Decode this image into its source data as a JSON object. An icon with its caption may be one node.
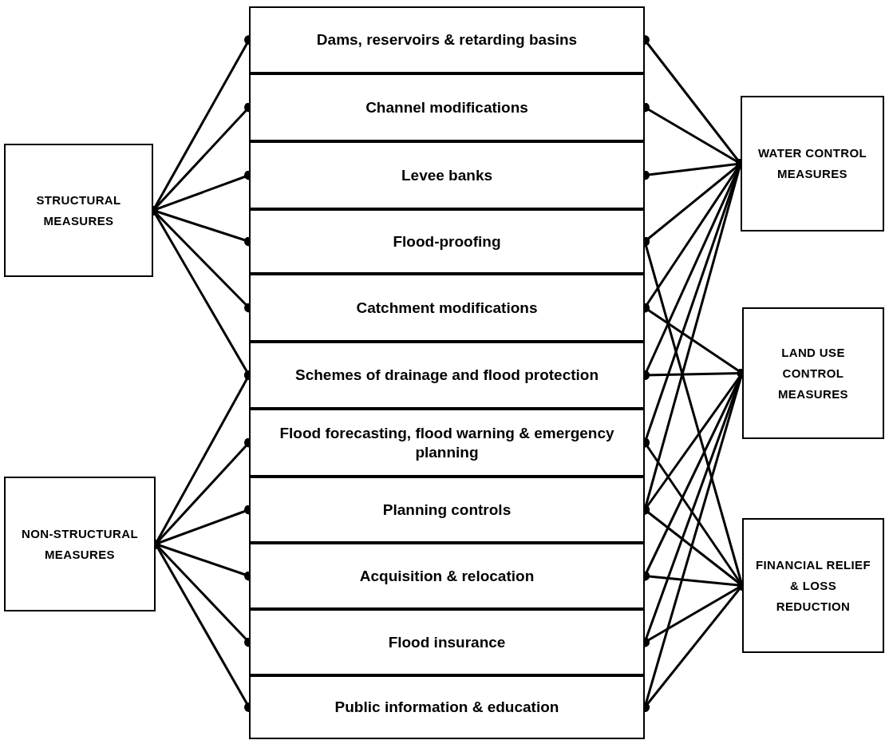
{
  "diagram": {
    "nodes": [
      {
        "text": [
          "STRUCTURAL MEASURES"
        ]
      },
      {
        "text": [
          "NON-STRUCTURAL MEASURES"
        ]
      },
      {
        "text": [
          "Dams, reservoirs & retarding basins"
        ]
      },
      {
        "text": [
          "Channel modifications"
        ]
      },
      {
        "text": [
          "Levee banks"
        ]
      },
      {
        "text": [
          "Flood-proofing"
        ]
      },
      {
        "text": [
          "Catchment modifications"
        ]
      },
      {
        "text": [
          "Schemes of drainage and flood protection"
        ]
      },
      {
        "text": [
          "Flood forecasting, flood warning & emergency planning"
        ]
      },
      {
        "text": [
          "Planning controls"
        ]
      },
      {
        "text": [
          "Acquisition & relocation"
        ]
      },
      {
        "text": [
          "Flood insurance"
        ]
      },
      {
        "text": [
          "Public information & education"
        ]
      },
      {
        "text": [
          "WATER CONTROL MEASURES"
        ]
      },
      {
        "text": [
          "LAND USE CONTROL MEASURES"
        ]
      },
      {
        "text": [
          "FINANCIAL RELIEF & LOSS REDUCTION"
        ]
      }
    ],
    "edges": [
      {
        "from": 0,
        "to": 2,
        "arrow": "other"
      },
      {
        "from": 0,
        "to": 3,
        "arrow": "other"
      },
      {
        "from": 0,
        "to": 4,
        "arrow": "other"
      },
      {
        "from": 0,
        "to": 5,
        "arrow": "other"
      },
      {
        "from": 0,
        "to": 6,
        "arrow": "other"
      },
      {
        "from": 0,
        "to": 7,
        "arrow": "other"
      },
      {
        "from": 1,
        "to": 7,
        "arrow": "other"
      },
      {
        "from": 1,
        "to": 8,
        "arrow": "other"
      },
      {
        "from": 1,
        "to": 9,
        "arrow": "other"
      },
      {
        "from": 1,
        "to": 10,
        "arrow": "other"
      },
      {
        "from": 1,
        "to": 11,
        "arrow": "other"
      },
      {
        "from": 1,
        "to": 12,
        "arrow": "other"
      },
      {
        "from": 2,
        "to": 13,
        "arrow": "other"
      },
      {
        "from": 3,
        "to": 13,
        "arrow": "other"
      },
      {
        "from": 4,
        "to": 13,
        "arrow": "other"
      },
      {
        "from": 5,
        "to": 13,
        "arrow": "other"
      },
      {
        "from": 6,
        "to": 13,
        "arrow": "other"
      },
      {
        "from": 7,
        "to": 13,
        "arrow": "other"
      },
      {
        "from": 8,
        "to": 13,
        "arrow": "other"
      },
      {
        "from": 9,
        "to": 13,
        "arrow": "other"
      },
      {
        "from": 6,
        "to": 14,
        "arrow": "other"
      },
      {
        "from": 7,
        "to": 14,
        "arrow": "other"
      },
      {
        "from": 9,
        "to": 14,
        "arrow": "other"
      },
      {
        "from": 10,
        "to": 14,
        "arrow": "other"
      },
      {
        "from": 11,
        "to": 14,
        "arrow": "other"
      },
      {
        "from": 12,
        "to": 14,
        "arrow": "other"
      },
      {
        "from": 5,
        "to": 15,
        "arrow": "other"
      },
      {
        "from": 8,
        "to": 15,
        "arrow": "other"
      },
      {
        "from": 9,
        "to": 15,
        "arrow": "other"
      },
      {
        "from": 10,
        "to": 15,
        "arrow": "other"
      },
      {
        "from": 11,
        "to": 15,
        "arrow": "other"
      },
      {
        "from": 12,
        "to": 15,
        "arrow": "other"
      }
    ]
  }
}
